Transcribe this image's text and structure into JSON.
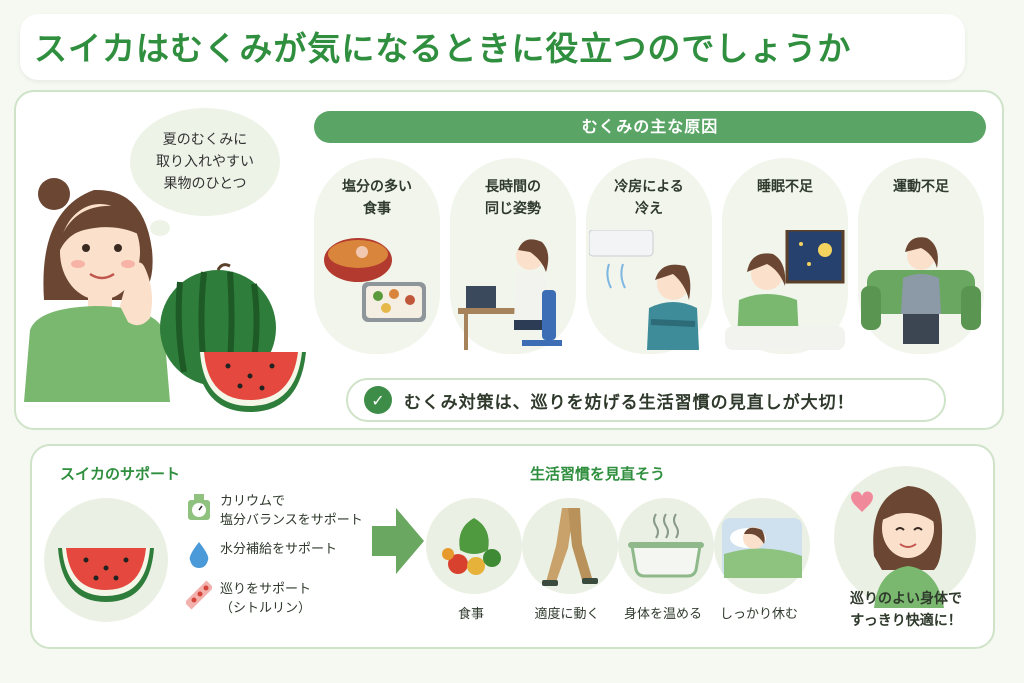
{
  "title": "スイカはむくみが気になるときに役立つのでしょうか",
  "bubble": {
    "lines": [
      "夏のむくみに",
      "取り入れやすい",
      "果物のひとつ"
    ]
  },
  "causes": {
    "header": "むくみの主な原因",
    "items": [
      {
        "label": "塩分の多い\n食事",
        "icon": "salty-food-icon"
      },
      {
        "label": "長時間の\n同じ姿勢",
        "icon": "desk-work-icon"
      },
      {
        "label": "冷房による\n冷え",
        "icon": "air-conditioner-icon"
      },
      {
        "label": "睡眠不足",
        "icon": "sleepless-icon"
      },
      {
        "label": "運動不足",
        "icon": "sofa-icon"
      }
    ]
  },
  "banner": {
    "text": "むくみ対策は、巡りを妨げる生活習慣の見直しが大切！"
  },
  "support": {
    "title": "スイカのサポート",
    "items": [
      {
        "label": "カリウムで\n塩分バランスをサポート",
        "icon": "scale-icon"
      },
      {
        "label": "水分補給をサポート",
        "icon": "water-drop-icon"
      },
      {
        "label": "巡りをサポート\n（シトルリン）",
        "icon": "blood-flow-icon"
      }
    ]
  },
  "habits": {
    "title": "生活習慣を見直そう",
    "items": [
      {
        "label": "食事",
        "icon": "vegetables-icon"
      },
      {
        "label": "適度に動く",
        "icon": "walking-icon"
      },
      {
        "label": "身体を温める",
        "icon": "bathtub-icon"
      },
      {
        "label": "しっかり休む",
        "icon": "sleeping-icon"
      }
    ]
  },
  "result": {
    "text": "巡りのよい身体で\nすっきり快適に！"
  },
  "colors": {
    "accent": "#2f8f3e",
    "header_bg": "#5aa566",
    "panel_border": "#cfe3c9",
    "watermelon_red": "#e5483f",
    "watermelon_green": "#2f7d3a"
  }
}
